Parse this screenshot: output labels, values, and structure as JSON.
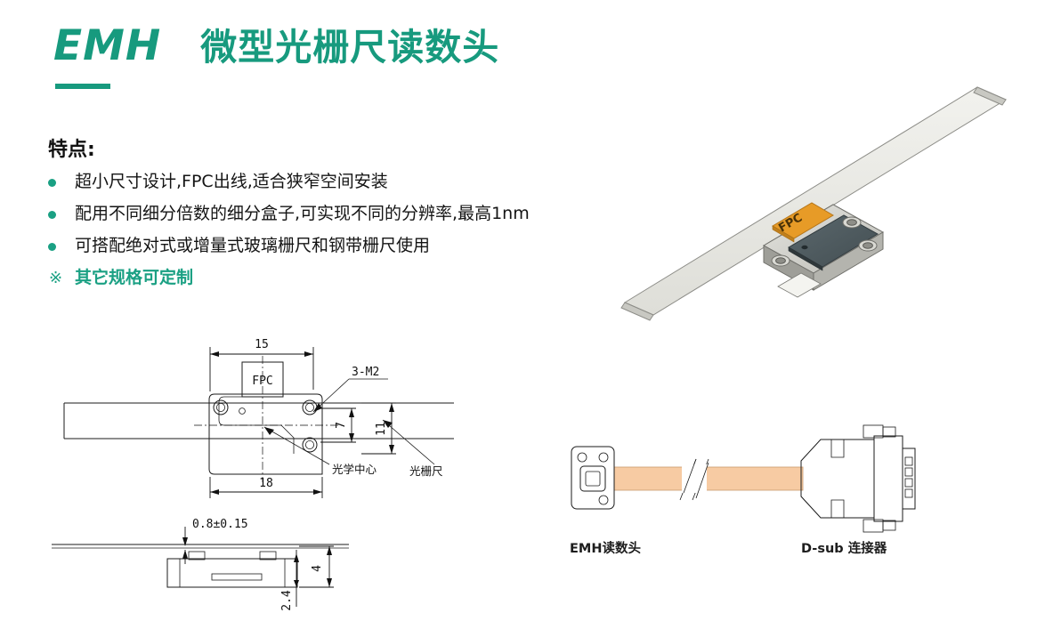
{
  "header": {
    "brand": "EMH",
    "title": "微型光栅尺读数头"
  },
  "features": {
    "heading": "特点:",
    "items": [
      {
        "marker": "bullet",
        "text": "超小尺寸设计,FPC出线,适合狭窄空间安装",
        "accent": false
      },
      {
        "marker": "bullet",
        "text": "配用不同细分倍数的细分盒子,可实现不同的分辨率,最高1nm",
        "accent": false
      },
      {
        "marker": "bullet",
        "text": "可搭配绝对式或增量式玻璃栅尺和钢带栅尺使用",
        "accent": false
      },
      {
        "marker": "reference",
        "text": "其它规格可定制",
        "accent": true
      }
    ],
    "reference_mark": "※"
  },
  "render": {
    "fpc_label": "FPC",
    "colors": {
      "tape": "#e9e9e4",
      "body": "#d2d2cd",
      "cover": "#4c585c",
      "fpc": "#e79b27"
    }
  },
  "drawing": {
    "top_view": {
      "fpc_label": "FPC",
      "width_outer": "15",
      "width_body": "18",
      "hole_callout": "3-M2",
      "dim_center_height": "7",
      "dim_total_height": "11",
      "optical_center_label": "光学中心",
      "scale_label": "光栅尺"
    },
    "side_view": {
      "gap": "0.8±0.15",
      "height_total": "4",
      "height_body": "2.4"
    }
  },
  "cable": {
    "reader_caption": "EMH读数头",
    "connector_caption": "D-sub 连接器",
    "cable_color": "#f5c9a0"
  },
  "theme": {
    "accent": "#179a7e",
    "bullet": "#1aa083",
    "text": "#141414"
  }
}
